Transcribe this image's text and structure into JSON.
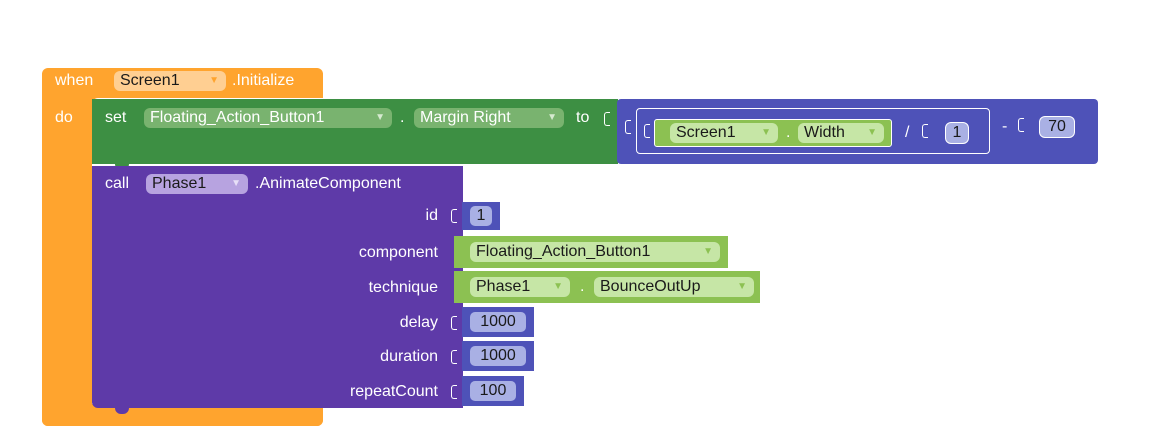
{
  "event": {
    "when_label": "when",
    "component": "Screen1",
    "event_name": ".Initialize",
    "do_label": "do"
  },
  "setter": {
    "set_label": "set",
    "component": "Floating_Action_Button1",
    "dot": ".",
    "property": "Margin Right",
    "to_label": "to"
  },
  "math": {
    "getter_component": "Screen1",
    "getter_dot": ".",
    "getter_property": "Width",
    "divide_op": "/",
    "divisor": "1",
    "minus_op": "-",
    "subtrahend": "70"
  },
  "call": {
    "call_label": "call",
    "component": "Phase1",
    "method": ".AnimateComponent",
    "params": {
      "id_label": "id",
      "id_value": "1",
      "component_label": "component",
      "component_value": "Floating_Action_Button1",
      "technique_label": "technique",
      "technique_component": "Phase1",
      "technique_dot": ".",
      "technique_value": "BounceOutUp",
      "delay_label": "delay",
      "delay_value": "1000",
      "duration_label": "duration",
      "duration_value": "1000",
      "repeat_label": "repeatCount",
      "repeat_value": "100"
    }
  },
  "colors": {
    "event": "#ffa42e",
    "setter": "#3d8f43",
    "component_block": "#8cc152",
    "call": "#5e3aa8",
    "math": "#4e52b8"
  },
  "icons": [
    "dropdown-arrow-icon"
  ]
}
